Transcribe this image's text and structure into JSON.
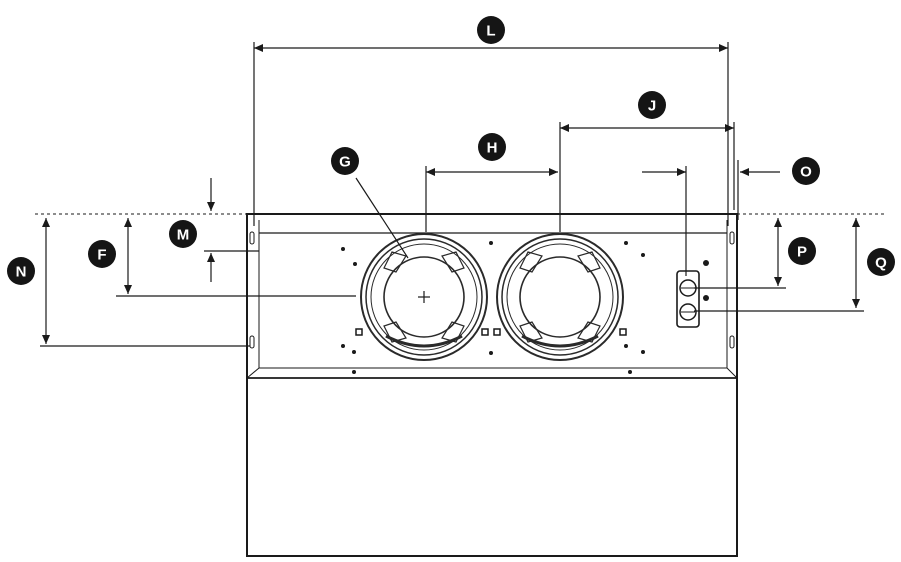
{
  "labels": {
    "L": "L",
    "J": "J",
    "H": "H",
    "G": "G",
    "O": "O",
    "M": "M",
    "F": "F",
    "N": "N",
    "P": "P",
    "Q": "Q"
  },
  "colors": {
    "line": "#1a1a1a",
    "badge": "#151515",
    "badge_text": "#ffffff",
    "grille": "#2a2a2a"
  },
  "icons": {
    "center_mark": "plus-icon"
  }
}
